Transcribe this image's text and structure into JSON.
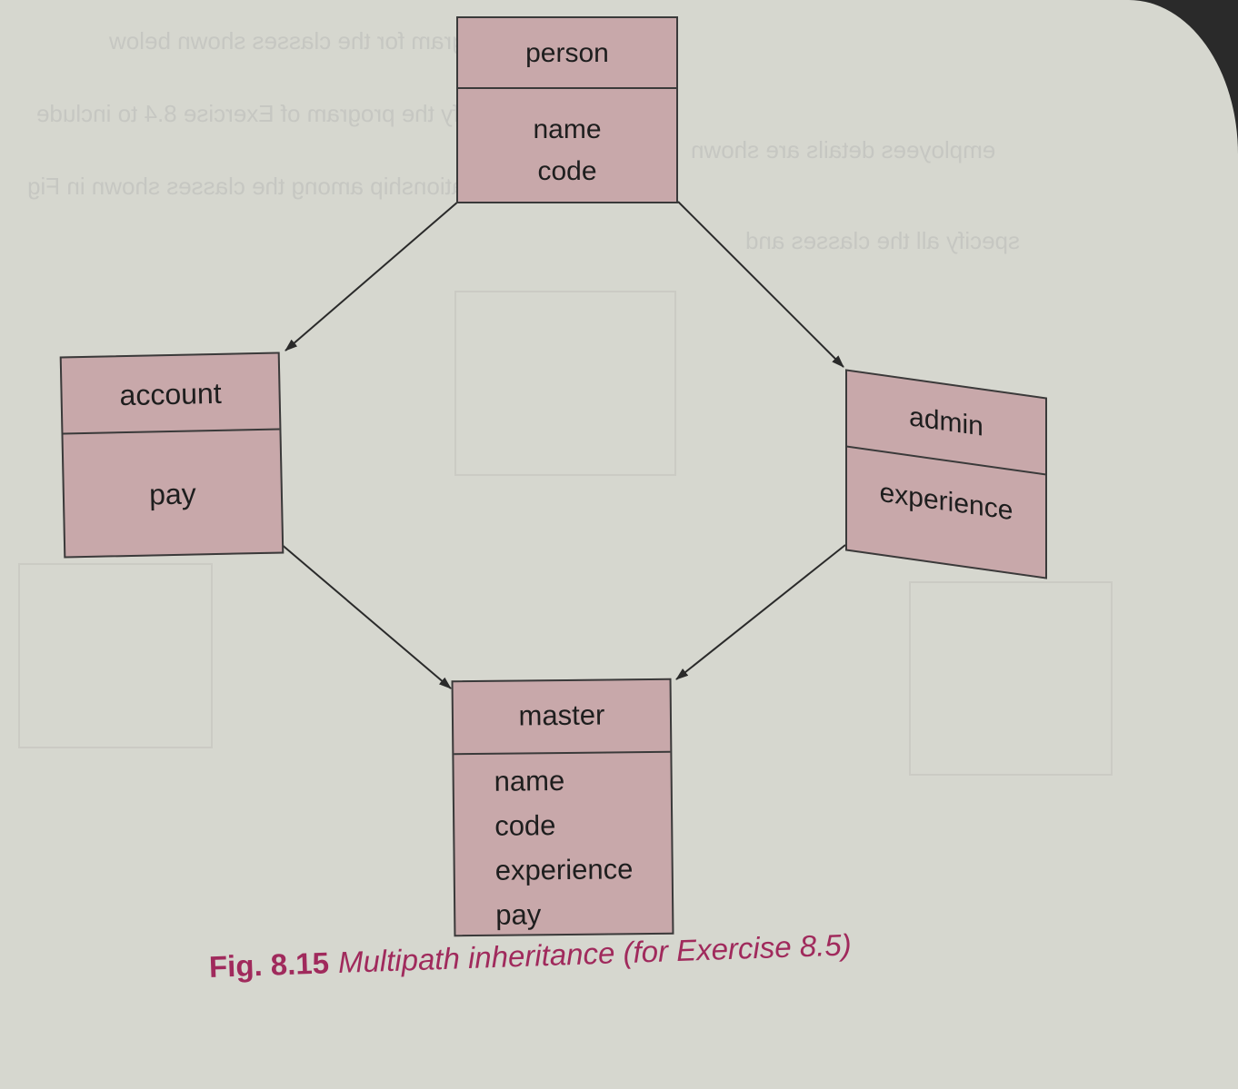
{
  "diagram": {
    "classes": {
      "person": {
        "name": "person",
        "attributes": [
          "name",
          "code"
        ]
      },
      "account": {
        "name": "account",
        "attributes": [
          "pay"
        ]
      },
      "admin": {
        "name": "admin",
        "attributes": [
          "experience"
        ]
      },
      "master": {
        "name": "master",
        "attributes": [
          "name",
          "code",
          "experience",
          "pay"
        ]
      }
    },
    "edges": [
      {
        "from": "person",
        "to": "account"
      },
      {
        "from": "person",
        "to": "admin"
      },
      {
        "from": "account",
        "to": "master"
      },
      {
        "from": "admin",
        "to": "master"
      }
    ]
  },
  "caption": {
    "label": "Fig. 8.15",
    "title": "Multipath inheritance (for Exercise 8.5)",
    "color": "#a02a5c"
  },
  "colors": {
    "box_fill": "#c8a8aa",
    "page": "#d6d7cf"
  }
}
